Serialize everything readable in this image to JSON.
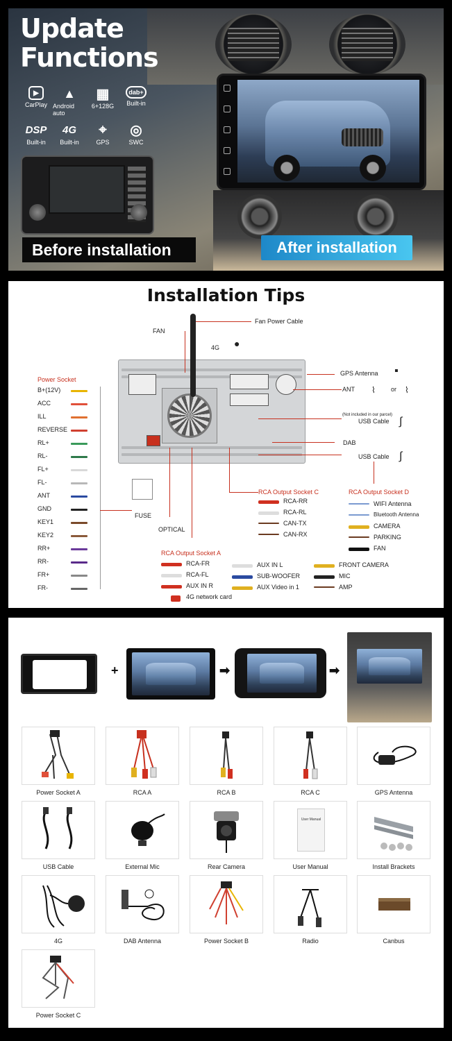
{
  "panel1": {
    "headline_line1": "Update",
    "headline_line2": "Functions",
    "features": [
      {
        "icon": "carplay-icon",
        "glyph": "▶",
        "label": "CarPlay"
      },
      {
        "icon": "android-auto-icon",
        "glyph": "▲",
        "label": "Android auto"
      },
      {
        "icon": "chip-icon",
        "glyph": "▦",
        "label": "6+128G"
      },
      {
        "icon": "dab-icon",
        "glyph": "dab+",
        "label": "Built-in"
      },
      {
        "icon": "dsp-icon",
        "glyph": "DSP",
        "label": "Built-in"
      },
      {
        "icon": "4g-icon",
        "glyph": "4G",
        "label": "Built-in"
      },
      {
        "icon": "gps-pin-icon",
        "glyph": "⌖",
        "label": "GPS"
      },
      {
        "icon": "steering-wheel-icon",
        "glyph": "◎",
        "label": "SWC"
      }
    ],
    "before_label": "Before installation",
    "after_label": "After installation"
  },
  "panel2": {
    "title": "Installation Tips",
    "fan_power_cable": "Fan Power Cable",
    "fan": "FAN",
    "4g": "4G",
    "gps_antenna": "GPS Antenna",
    "ant": "ANT",
    "or": "or",
    "not_included": "(Not included in our parcel)",
    "usb_cable_1": "USB Cable",
    "dab": "DAB",
    "usb_cable_2": "USB Cable",
    "power_socket_title": "Power Socket",
    "power_pins": [
      {
        "label": "B+(12V)",
        "color": "#e8b400"
      },
      {
        "label": "ACC",
        "color": "#e0503a"
      },
      {
        "label": "ILL",
        "color": "#e07030"
      },
      {
        "label": "REVERSE",
        "color": "#d04030"
      },
      {
        "label": "RL+",
        "color": "#3a9a5a"
      },
      {
        "label": "RL-",
        "color": "#2f7a4a"
      },
      {
        "label": "FL+",
        "color": "#d8d8d8"
      },
      {
        "label": "FL-",
        "color": "#b8b8b8"
      },
      {
        "label": "ANT",
        "color": "#2a4aa0"
      },
      {
        "label": "GND",
        "color": "#222222"
      },
      {
        "label": "KEY1",
        "color": "#7a4a2a"
      },
      {
        "label": "KEY2",
        "color": "#8a5a3a"
      },
      {
        "label": "RR+",
        "color": "#6a3a9a"
      },
      {
        "label": "RR-",
        "color": "#5a2a8a"
      },
      {
        "label": "FR+",
        "color": "#888888"
      },
      {
        "label": "FR-",
        "color": "#666666"
      }
    ],
    "fuse": "FUSE",
    "optical": "OPTICAL",
    "rca_c_title": "RCA Output Socket C",
    "rca_c_items": [
      {
        "label": "RCA-RR",
        "color": "#d03020"
      },
      {
        "label": "RCA-RL",
        "color": "#dddddd"
      },
      {
        "label": "CAN-TX",
        "color": "#6a3a20"
      },
      {
        "label": "CAN-RX",
        "color": "#6a3a20"
      }
    ],
    "rca_d_title": "RCA Output Socket D",
    "rca_d_items": [
      {
        "label": "WIFI Antenna",
        "color": "#7a9ad0"
      },
      {
        "label": "Bluetooth Antenna",
        "color": "#7a9ad0"
      },
      {
        "label": "CAMERA",
        "color": "#e0b020"
      },
      {
        "label": "PARKING",
        "color": "#6a3a20"
      },
      {
        "label": "FAN",
        "color": "#111111"
      }
    ],
    "rca_a_title": "RCA Output Socket A",
    "rca_a_items": [
      {
        "label": "RCA-FR",
        "color": "#d03020"
      },
      {
        "label": "RCA-FL",
        "color": "#dddddd"
      },
      {
        "label": "AUX IN R",
        "color": "#d03020"
      },
      {
        "label": "4G network card",
        "color": "#d03020"
      }
    ],
    "aux_items": [
      {
        "label": "AUX IN L",
        "color": "#dddddd"
      },
      {
        "label": "SUB-WOOFER",
        "color": "#2a4aa0"
      },
      {
        "label": "AUX Video in 1",
        "color": "#e0b020"
      }
    ],
    "extra_items": [
      {
        "label": "FRONT CAMERA",
        "color": "#e0b020"
      },
      {
        "label": "MIC",
        "color": "#222222"
      },
      {
        "label": "AMP",
        "color": "#6a3a20"
      }
    ]
  },
  "panel3": {
    "plus": "+",
    "arrow": "➡",
    "accessories": [
      {
        "name": "Power Socket A",
        "icon": "wiring-harness-icon"
      },
      {
        "name": "RCA  A",
        "icon": "rca-cable-icon"
      },
      {
        "name": "RCA  B",
        "icon": "rca-cable-icon"
      },
      {
        "name": "RCA  C",
        "icon": "rca-cable-icon"
      },
      {
        "name": "GPS Antenna",
        "icon": "gps-antenna-icon"
      },
      {
        "name": "USB Cable",
        "icon": "usb-cable-icon"
      },
      {
        "name": "External Mic",
        "icon": "microphone-icon"
      },
      {
        "name": "Rear Camera",
        "icon": "camera-icon"
      },
      {
        "name": "User Manual",
        "icon": "manual-icon"
      },
      {
        "name": "Install Brackets",
        "icon": "bracket-icon"
      },
      {
        "name": "4G",
        "icon": "4g-antenna-icon"
      },
      {
        "name": "DAB Antenna",
        "icon": "dab-antenna-icon"
      },
      {
        "name": "Power Socket B",
        "icon": "wiring-harness-icon"
      },
      {
        "name": "Radio",
        "icon": "radio-cable-icon"
      },
      {
        "name": "Canbus",
        "icon": "canbus-box-icon"
      },
      {
        "name": "Power Socket C",
        "icon": "wiring-harness-icon"
      }
    ],
    "manual_cover_text": "User Manual"
  }
}
